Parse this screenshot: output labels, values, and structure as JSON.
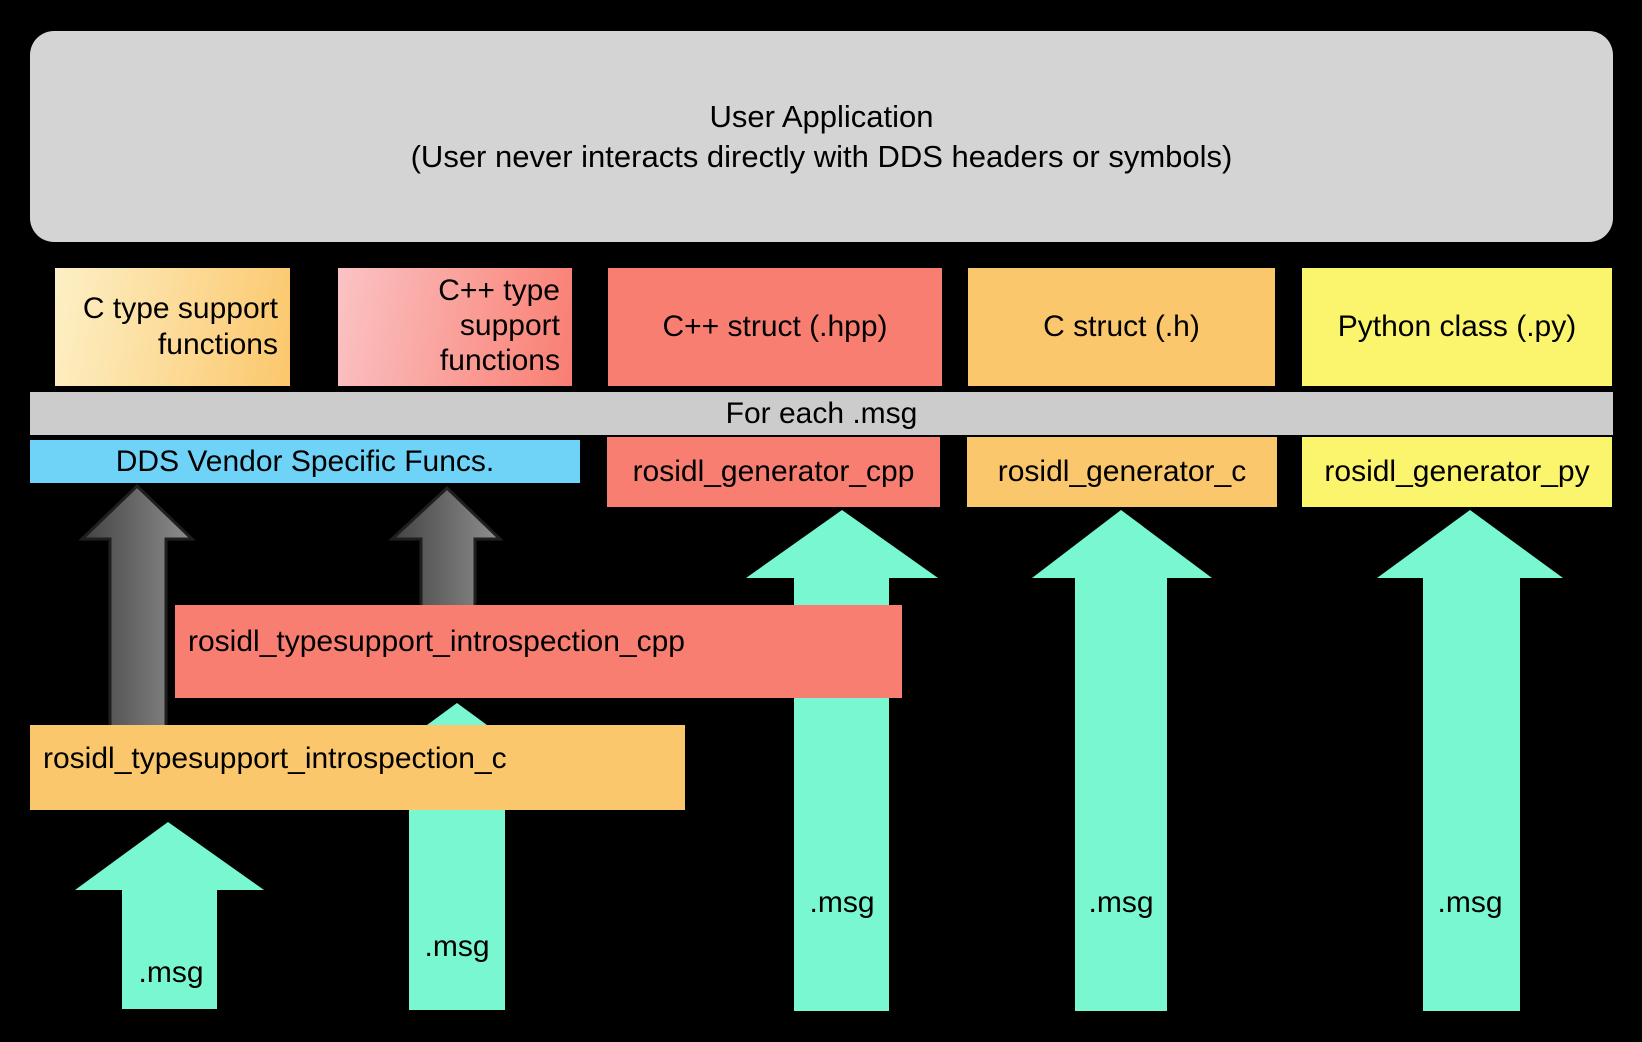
{
  "user_application": {
    "title": "User Application",
    "subtitle": "(User never interacts directly with DDS headers or symbols)"
  },
  "outputs": {
    "c_type_support": {
      "line1": "C type support",
      "line2": "functions"
    },
    "cpp_type_support": {
      "line1": "C++ type",
      "line2": "support",
      "line3": "functions"
    },
    "cpp_struct": {
      "label": "C++ struct (.hpp)"
    },
    "c_struct": {
      "label": "C struct (.h)"
    },
    "python_class": {
      "label": "Python class (.py)"
    }
  },
  "for_each": {
    "label": "For each .msg"
  },
  "generators": {
    "dds_vendor": {
      "label": "DDS Vendor Specific Funcs."
    },
    "cpp": {
      "label": "rosidl_generator_cpp"
    },
    "c": {
      "label": "rosidl_generator_c"
    },
    "py": {
      "label": "rosidl_generator_py"
    }
  },
  "typesupport": {
    "introspection_cpp": {
      "label": "rosidl_typesupport_introspection_cpp"
    },
    "introspection_c": {
      "label": "rosidl_typesupport_introspection_c"
    }
  },
  "msg_labels": [
    ".msg",
    ".msg",
    ".msg",
    ".msg",
    ".msg"
  ],
  "colors": {
    "background": "#000000",
    "panel_gray": "#d4d4d4",
    "bar_gray": "#cccccc",
    "salmon": "#f97e72",
    "orange": "#fbc76c",
    "yellow": "#fbf46d",
    "blue": "#6fd3f7",
    "teal": "#79f7d0",
    "cream_gradient_start": "#fdf0c6",
    "pink_gradient_start": "#fbc3c4",
    "arrow_gray_dark": "#424242",
    "arrow_gray_light": "#8f8f8f"
  }
}
